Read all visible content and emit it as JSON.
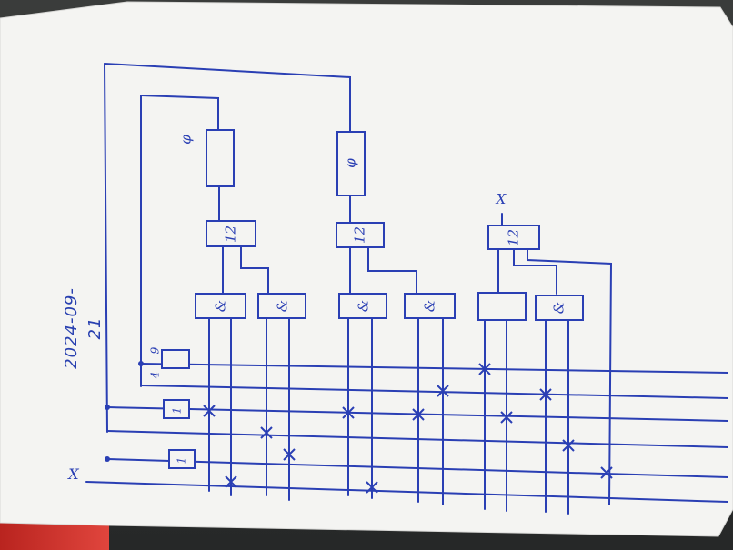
{
  "document": {
    "date": "2024-09-21"
  },
  "labels": {
    "top_left_element": "φ",
    "top_mid_element": "φ",
    "top_right_marker": "X",
    "counter_left": "12",
    "counter_mid": "12",
    "counter_right": "12",
    "latch_1": "&",
    "latch_2": "&",
    "latch_3": "&",
    "latch_4": "&",
    "latch_5": "&",
    "small_gate_top": "9",
    "small_gate_top_b": "4",
    "small_gate_mid": "1",
    "small_gate_low": "1",
    "input_x": "X"
  },
  "colors": {
    "paper": "#f4f4f2",
    "ink": "#2a3fb4"
  }
}
